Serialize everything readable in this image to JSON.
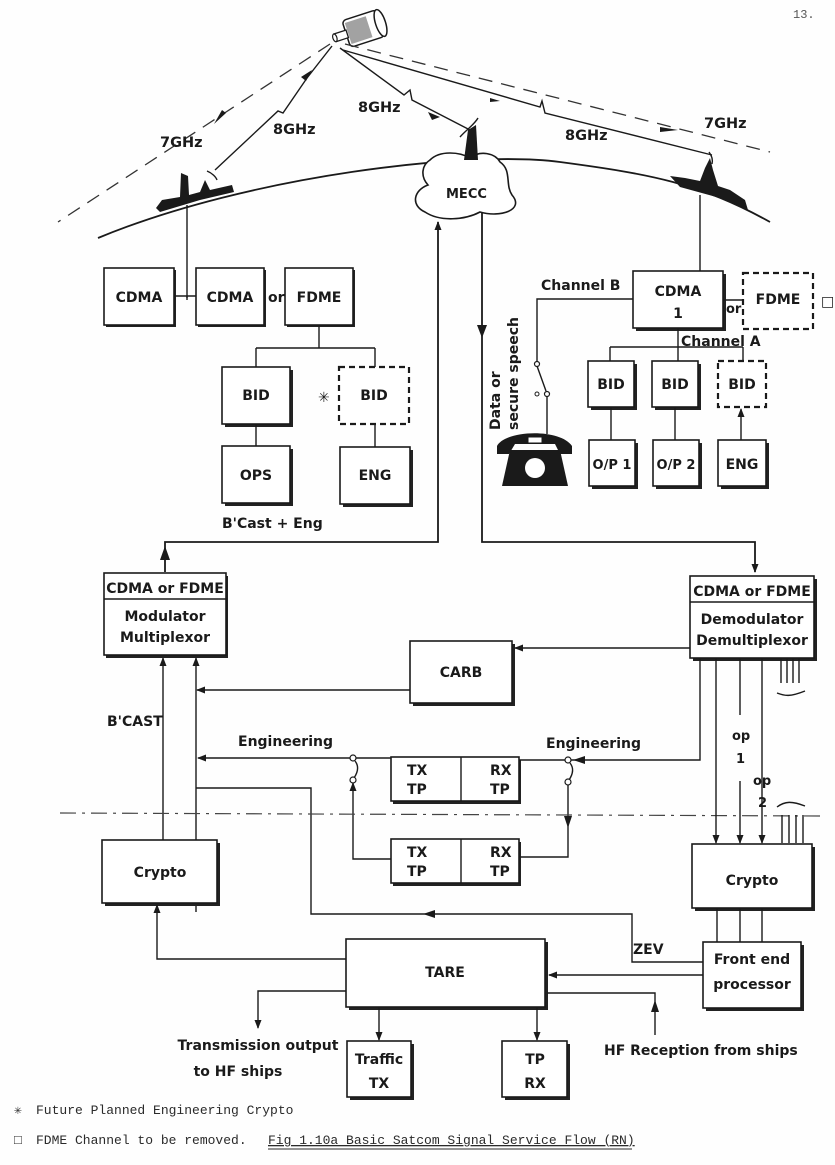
{
  "page_number": "13.",
  "sky": {
    "left_downlink": "7GHz",
    "left_uplink": "8GHz",
    "mecc_link": "8GHz",
    "right_link": "8GHz",
    "right_downlink": "7GHz",
    "mecc_label": "MECC"
  },
  "left_ship": {
    "cdma_a": "CDMA",
    "cdma_b": "CDMA",
    "or": "or",
    "fdme": "FDME",
    "bid_ops": "BID",
    "bid_eng": "BID",
    "asterisk": "✳",
    "ops": "OPS",
    "eng": "ENG",
    "caption": "B'Cast + Eng"
  },
  "right_ship": {
    "channel_b": "Channel B",
    "channel_a": "Channel A",
    "cdma_line1": "CDMA",
    "cdma_line2": "1",
    "or": "or",
    "fdme": "FDME",
    "square_marker": "□",
    "bid1": "BID",
    "bid2": "BID",
    "bid3": "BID",
    "op1": "O/P 1",
    "op2": "O/P 2",
    "eng": "ENG",
    "data_label_line1": "Data or",
    "data_label_line2": "secure speech"
  },
  "mecc": {
    "mod_header": "CDMA or FDME",
    "mod_line1": "Modulator",
    "mod_line2": "Multiplexor",
    "demod_header": "CDMA or FDME",
    "demod_line1": "Demodulator",
    "demod_line2": "Demultiplexor",
    "carb": "CARB",
    "bcast": "B'CAST",
    "engineering_left": "Engineering",
    "engineering_right": "Engineering",
    "tp_top_tx1": "TX",
    "tp_top_tx2": "TP",
    "tp_top_rx1": "RX",
    "tp_top_rx2": "TP",
    "tp_bot_tx1": "TX",
    "tp_bot_tx2": "TP",
    "tp_bot_rx1": "RX",
    "tp_bot_rx2": "TP",
    "op1_a": "op",
    "op1_b": "1",
    "op2_a": "op",
    "op2_b": "2",
    "crypto_left": "Crypto",
    "crypto_right": "Crypto",
    "zev": "ZEV",
    "fep_line1": "Front end",
    "fep_line2": "processor",
    "tare": "TARE",
    "tx_out_line1": "Transmission output",
    "tx_out_line2": "to HF ships",
    "traffic_line1": "Traffic",
    "traffic_line2": "TX",
    "tprx_line1": "TP",
    "tprx_line2": "RX",
    "hf_reception": "HF Reception from ships"
  },
  "footer": {
    "note1_marker": "✳",
    "note1": "Future Planned Engineering Crypto",
    "note2_marker": "□",
    "note2": "FDME Channel to be removed.",
    "caption": "Fig 1.10a   Basic Satcom Signal Service Flow (RN)"
  }
}
